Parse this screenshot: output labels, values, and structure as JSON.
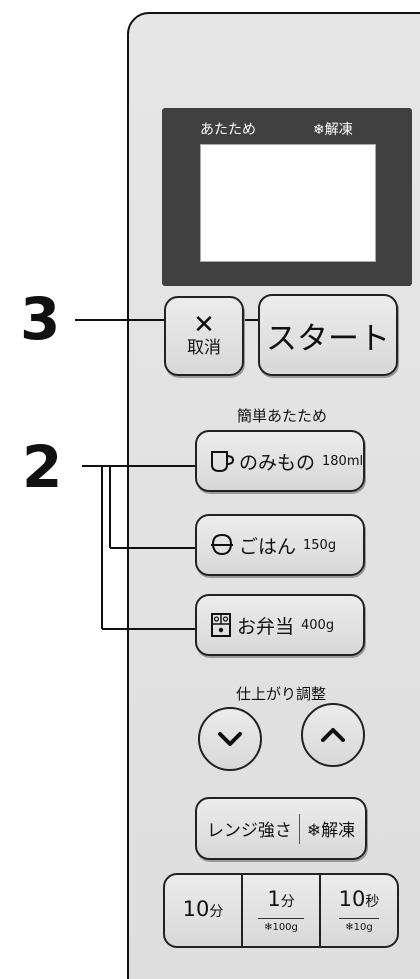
{
  "display": {
    "left_label": "あたため",
    "right_label": "❄解凍"
  },
  "callouts": {
    "step3": "3",
    "step2": "2"
  },
  "buttons": {
    "cancel_symbol": "✕",
    "cancel_label": "取消",
    "start_label": "スタート"
  },
  "quick_heat": {
    "title": "簡単あたため",
    "items": [
      {
        "label": "のみもの",
        "amount": "180ml",
        "icon": "cup-icon"
      },
      {
        "label": "ごはん",
        "amount": "150g",
        "icon": "rice-bowl-icon"
      },
      {
        "label": "お弁当",
        "amount": "400g",
        "icon": "bento-icon"
      }
    ]
  },
  "finish_adjust": {
    "title": "仕上がり調整",
    "down_icon": "chevron-down-icon",
    "up_icon": "chevron-up-icon"
  },
  "power": {
    "left_label": "レンジ強さ",
    "right_label": "❄解凍"
  },
  "time": {
    "ten_min": {
      "value": "10",
      "unit": "分"
    },
    "one_min": {
      "value": "1",
      "unit": "分",
      "sub": "❄100g"
    },
    "ten_sec": {
      "value": "10",
      "unit": "秒",
      "sub": "❄10g"
    }
  }
}
